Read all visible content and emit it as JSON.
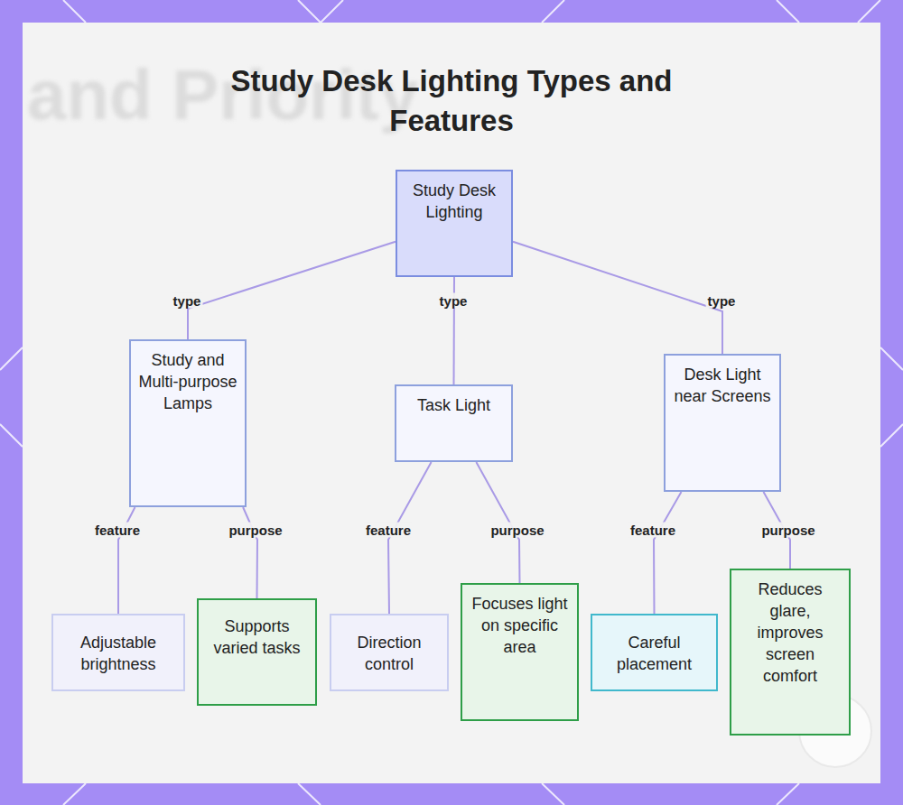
{
  "diagram": {
    "title": "Study Desk Lighting Types and Features",
    "nodes": [
      {
        "text": [
          "Study Desk Lighting"
        ]
      },
      {
        "text": [
          "Study and Multi-purpose Lamps"
        ]
      },
      {
        "text": [
          "Task Light"
        ]
      },
      {
        "text": [
          "Desk Light near Screens"
        ]
      },
      {
        "text": [
          "Adjustable brightness"
        ]
      },
      {
        "text": [
          "Supports varied tasks"
        ]
      },
      {
        "text": [
          "Direction control"
        ]
      },
      {
        "text": [
          "Focuses light on specific area"
        ]
      },
      {
        "text": [
          "Careful placement"
        ]
      },
      {
        "text": [
          "Reduces glare, improves screen comfort"
        ]
      }
    ],
    "edges": [
      {
        "from": 0,
        "to": 1,
        "label": "type",
        "arrow": "none"
      },
      {
        "from": 0,
        "to": 2,
        "label": "type",
        "arrow": "none"
      },
      {
        "from": 0,
        "to": 3,
        "label": "type",
        "arrow": "none"
      },
      {
        "from": 1,
        "to": 4,
        "label": "feature",
        "arrow": "none"
      },
      {
        "from": 1,
        "to": 5,
        "label": "purpose",
        "arrow": "none"
      },
      {
        "from": 2,
        "to": 6,
        "label": "feature",
        "arrow": "none"
      },
      {
        "from": 2,
        "to": 7,
        "label": "purpose",
        "arrow": "none"
      },
      {
        "from": 3,
        "to": 8,
        "label": "feature",
        "arrow": "none"
      },
      {
        "from": 3,
        "to": 9,
        "label": "purpose",
        "arrow": "none"
      }
    ],
    "labels": [
      "and Priority"
    ]
  }
}
